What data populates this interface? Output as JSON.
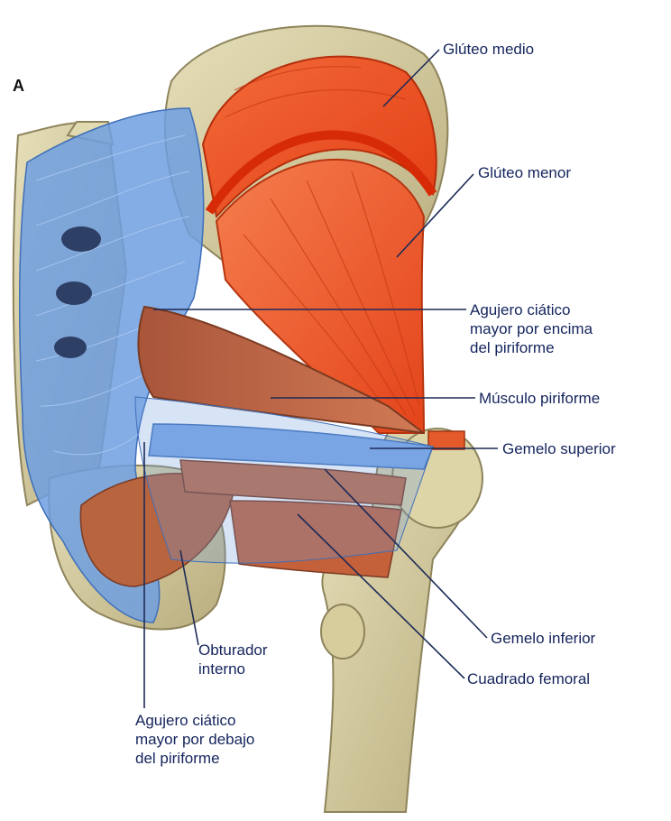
{
  "panel_letter": "A",
  "labels": {
    "gluteo_medio": "Glúteo medio",
    "gluteo_menor": "Glúteo menor",
    "agujero_encima": [
      "Agujero ciático",
      "mayor por encima",
      "del piriforme"
    ],
    "musculo_piriforme": "Músculo piriforme",
    "gemelo_superior": "Gemelo superior",
    "gemelo_inferior": "Gemelo inferior",
    "cuadrado_femoral": "Cuadrado femoral",
    "obturador_interno": [
      "Obturador",
      "interno"
    ],
    "agujero_debajo": [
      "Agujero ciático",
      "mayor por debajo",
      "del piriforme"
    ]
  },
  "colors": {
    "muscle_red": "#e8481c",
    "muscle_red_light": "#f07a4a",
    "muscle_brown": "#b9643f",
    "ligament_blue": "#6e9fe0",
    "bone": "#d9cfa2",
    "label_text": "#14245c"
  }
}
